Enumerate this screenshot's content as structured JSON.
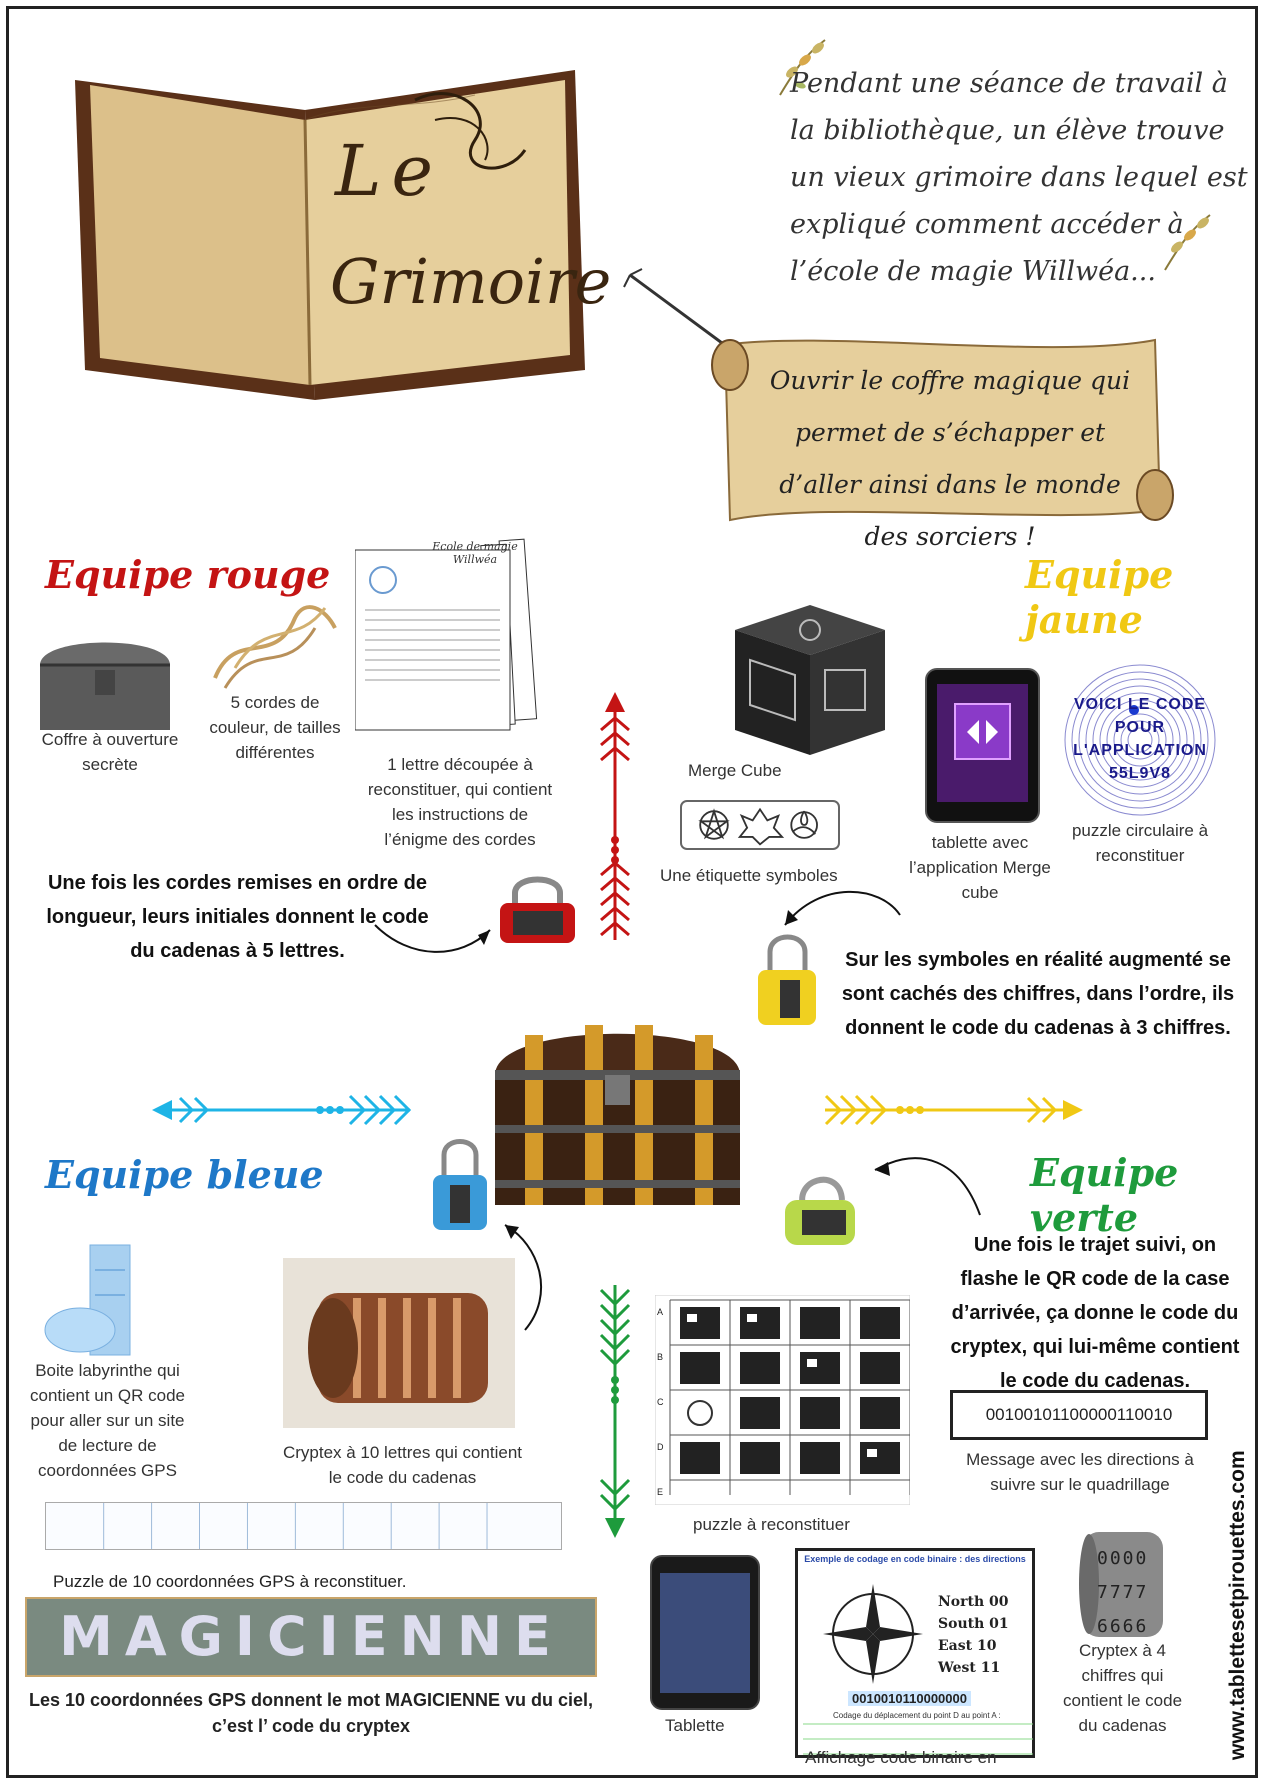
{
  "intro": {
    "text": "Pendant une séance de travail à la bibliothèque, un élève trouve un vieux grimoire dans lequel est expliqué comment accéder à l’école de magie Willwéa...",
    "book_title_line1": "Le",
    "book_title_line2": "Grimoire"
  },
  "mission": "Ouvrir le coffre magique qui permet de s’échapper et d’aller ainsi dans le monde des sorciers !",
  "teams": {
    "rouge": {
      "title": "Equipe rouge",
      "chest_label": "Coffre à ouverture secrète",
      "ropes_label": "5 cordes de couleur, de tailles différentes",
      "letter_label": "1 lettre découpée à reconstituer, qui contient les instructions de l’énigme des cordes",
      "letter_title": "Ecole de magie Willwéa",
      "explanation": "Une fois les cordes remises en ordre de longueur, leurs initiales donnent le code du cadenas à 5 lettres."
    },
    "jaune": {
      "title": "Equipe jaune",
      "cube_label": "Merge Cube",
      "symbols_label": "Une étiquette symboles",
      "tablet_label": "tablette avec l’application Merge cube",
      "circle_label": "puzzle circulaire à reconstituer",
      "circle_line1": "VOICI LE CODE",
      "circle_line2": "POUR",
      "circle_line3": "L'APPLICATION",
      "circle_line4": "55L9V8",
      "explanation": "Sur les symboles en réalité augmenté se sont cachés des chiffres, dans l’ordre, ils donnent le code du cadenas à 3 chiffres."
    },
    "bleue": {
      "title": "Equipe bleue",
      "maze_label": "Boite labyrinthe qui contient un QR code pour aller sur un site de lecture de coordonnées GPS",
      "cryptex_label": "Cryptex à 10 lettres qui contient le code du cadenas",
      "gps_label": "Puzzle de 10 coordonnées GPS à reconstituer.",
      "magic_word": "MAGICIENNE",
      "gps_explanation": "Les 10 coordonnées GPS donnent le mot MAGICIENNE vu du ciel, c’est l’ code du cryptex"
    },
    "verte": {
      "title": "Equipe verte",
      "explanation": "Une fois le trajet suivi, on flashe le QR code de la case d’arrivée, ça donne le code du cryptex, qui lui-même contient le code du cadenas.",
      "binary_code": "00100101100000110010",
      "binary_label": "Message avec les directions à suivre sur le quadrillage",
      "qr_label": "puzzle à reconstituer",
      "tablet_label": "Tablette",
      "binary_display_label": "Affichage code binaire en",
      "binary_panel_title": "Exemple de codage en code binaire : des directions",
      "directions": [
        {
          "name": "North",
          "code": "00"
        },
        {
          "name": "South",
          "code": "01"
        },
        {
          "name": "East",
          "code": "10"
        },
        {
          "name": "West",
          "code": "11"
        }
      ],
      "binary_panel_code": "0010010110000000",
      "binary_panel_caption": "Codage du déplacement du point D au point A :",
      "cryptex4_label": "Cryptex à 4 chiffres qui contient le code du cadenas",
      "cryptex4_digits": [
        "0000",
        "7777",
        "6666"
      ]
    }
  },
  "qr_rows": [
    "A",
    "B",
    "C",
    "D",
    "E"
  ],
  "website": "www.tablettesetpirouettes.com",
  "colors": {
    "rouge": "#c41414",
    "jaune": "#f0c814",
    "bleue": "#1e78c8",
    "verte": "#1e9b3c",
    "parchment": "#e6cf9c",
    "wood": "#5a3018"
  }
}
